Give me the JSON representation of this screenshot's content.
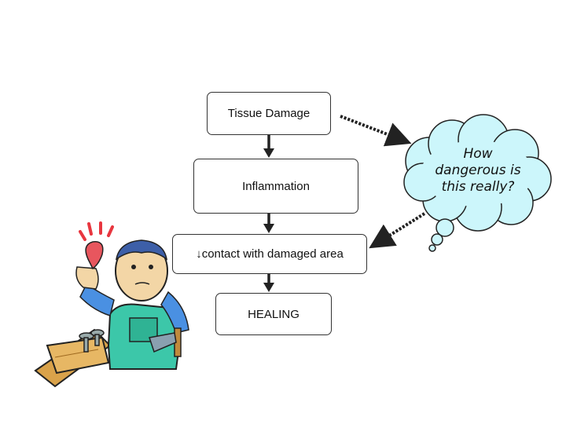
{
  "flow": {
    "steps": [
      {
        "label": "Tissue Damage"
      },
      {
        "label": "Inflammation"
      },
      {
        "label": "↓contact with damaged area"
      },
      {
        "label": "HEALING"
      }
    ]
  },
  "thought_bubble": {
    "lines": [
      "How",
      "dangerous is",
      "this really?"
    ],
    "fill": "#ccf6fb"
  },
  "illustration": {
    "subject": "cartoon worker with hammer and nails raising an injured red finger"
  },
  "colors": {
    "arrow": "#222222",
    "box_border": "#333333",
    "injury": "#e8565e",
    "overalls": "#3cc7a9",
    "sleeves": "#4a90e2",
    "plank": "#d9a24a"
  }
}
